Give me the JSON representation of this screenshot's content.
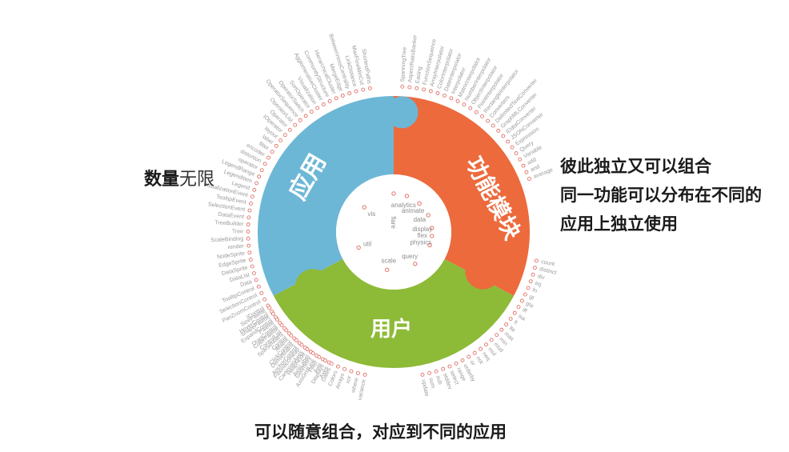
{
  "captions": {
    "left_bold": "数量",
    "left_rest": "无限",
    "right_lines": [
      "彼此独立又可以组合",
      "同一功能可以分布在不同的",
      "应用上独立使用"
    ],
    "bottom": "可以随意组合，对应到不同的应用"
  },
  "segments": {
    "app": {
      "label": "应用",
      "color": "#6cb7d6"
    },
    "function": {
      "label": "功能模块",
      "color": "#ec6a3c"
    },
    "user": {
      "label": "用户",
      "color": "#8dba37"
    }
  },
  "inner_nodes": [
    "vis",
    "analytics",
    "animate",
    "data",
    "display",
    "flex",
    "physics",
    "query",
    "scale",
    "util",
    "flare"
  ],
  "outer_labels": [
    "Axes",
    "Axis",
    "AxisGridLine",
    "AxisLabel",
    "CartesianAxes",
    "AnchorControl",
    "ClickControl",
    "Control",
    "ControlList",
    "DragControl",
    "ExpandControl",
    "HoverControl",
    "IControl",
    "PanZoomControl",
    "SelectionControl",
    "TooltipControl",
    "Data",
    "DataList",
    "DataSprite",
    "EdgeSprite",
    "NodeSprite",
    "render",
    "ScaleBinding",
    "Tree",
    "TreeBuilder",
    "DataEvent",
    "SelectionEvent",
    "TooltipEvent",
    "VisualizationEvent",
    "Legend",
    "LegendItem",
    "LegendRange",
    "operator",
    "distortion",
    "encoder",
    "filter",
    "label",
    "layout",
    "IOperator",
    "Operator",
    "OperatorList",
    "OperatorSequence",
    "OperatorSwitch",
    "SortOperator",
    "Visualization",
    "AgglomerativeCluster",
    "CommunityStructure",
    "HierarchicalCluster",
    "MergeEdge",
    "BetweennessCentrality",
    "LinkDistance",
    "MaxFlowMinCut",
    "ShortestPaths",
    "SpanningTree",
    "AspectRatioBanker",
    "Easing",
    "FunctionSequence",
    "ArrayInterpolator",
    "ColorInterpolator",
    "DateInterpolator",
    "Interpolator",
    "MatrixInterpolator",
    "NumberInterpolator",
    "ObjectInterpolator",
    "PointInterpolator",
    "RectangleInterpolator",
    "Converters",
    "DelimitedTextConverter",
    "GraphMLConverter",
    "IDataConverter",
    "JSONConverter",
    "Expression",
    "Query",
    "Variable",
    "add",
    "and",
    "average",
    "count",
    "distinct",
    "div",
    "eq",
    "fn",
    "gt",
    "gte",
    "iff",
    "isa",
    "lt",
    "lte",
    "max",
    "min",
    "mod",
    "mul",
    "neq",
    "not",
    "or",
    "orderby",
    "range",
    "select",
    "stddev",
    "sub",
    "sum",
    "update",
    "variance",
    "where",
    "xor",
    "Arrays",
    "Colors",
    "Dates",
    "Displays",
    "Filter",
    "Geometry",
    "HeapNode",
    "FibonacciHeap",
    "DenseMatrix",
    "IMatrix",
    "SparseMatrix",
    "ColorPalette",
    "Palette",
    "ShapePalette",
    "SizePalette"
  ]
}
